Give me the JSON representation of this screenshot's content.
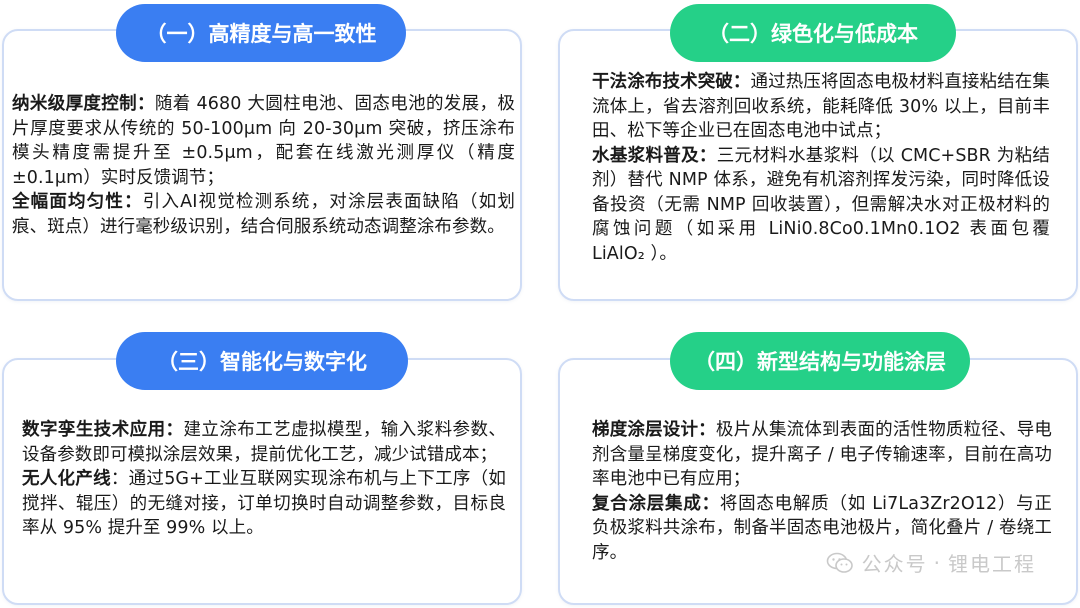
{
  "sections": [
    {
      "title": "（一）高精度与高一致性",
      "items": [
        {
          "heading": "纳米级厚度控制：",
          "text": "随着 4680 大圆柱电池、固态电池的发展，极片厚度要求从传统的 50-100μm 向 20-30μm 突破，挤压涂布模头精度需提升至 ±0.5μm，配套在线激光测厚仪（精度 ±0.1μm）实时反馈调节；"
        },
        {
          "heading": "全幅面均匀性：",
          "text": "引入AI视觉检测系统，对涂层表面缺陷（如划痕、斑点）进行毫秒级识别，结合伺服系统动态调整涂布参数。"
        }
      ]
    },
    {
      "title": "（二）绿色化与低成本",
      "items": [
        {
          "heading": "干法涂布技术突破：",
          "text": "通过热压将固态电极材料直接粘结在集流体上，省去溶剂回收系统，能耗降低 30% 以上，目前丰田、松下等企业已在固态电池中试点；"
        },
        {
          "heading": "水基浆料普及：",
          "text": "三元材料水基浆料（以 CMC+SBR 为粘结剂）替代 NMP 体系，避免有机溶剂挥发污染，同时降低设备投资（无需 NMP 回收装置），但需解决水对正极材料的腐蚀问题（如采用 LiNi0.8Co0.1Mn0.1O2 表面包覆 LiAlO₂ ）。"
        }
      ]
    },
    {
      "title": "（三）智能化与数字化",
      "items": [
        {
          "heading": "数字孪生技术应用：",
          "text": "建立涂布工艺虚拟模型，输入浆料参数、设备参数即可模拟涂层效果，提前优化工艺，减少试错成本；"
        },
        {
          "heading": "无人化产线",
          "text": "：通过5G+工业互联网实现涂布机与上下工序（如搅拌、辊压）的无缝对接，订单切换时自动调整参数，目标良率从 95% 提升至 99% 以上。"
        }
      ]
    },
    {
      "title": "（四）新型结构与功能涂层",
      "items": [
        {
          "heading": "梯度涂层设计：",
          "text": "极片从集流体到表面的活性物质粒径、导电剂含量呈梯度变化，提升离子 / 电子传输速率，目前在高功率电池中已有应用；"
        },
        {
          "heading": "复合涂层集成：",
          "text": "将固态电解质（如 Li7La3Zr2O12）与正负极浆料共涂布，制备半固态电池极片，简化叠片 / 卷绕工序。"
        }
      ]
    }
  ],
  "watermark": {
    "icon": "wechat-icon",
    "part1": "公众号",
    "separator": "·",
    "part2": "锂电工程"
  }
}
